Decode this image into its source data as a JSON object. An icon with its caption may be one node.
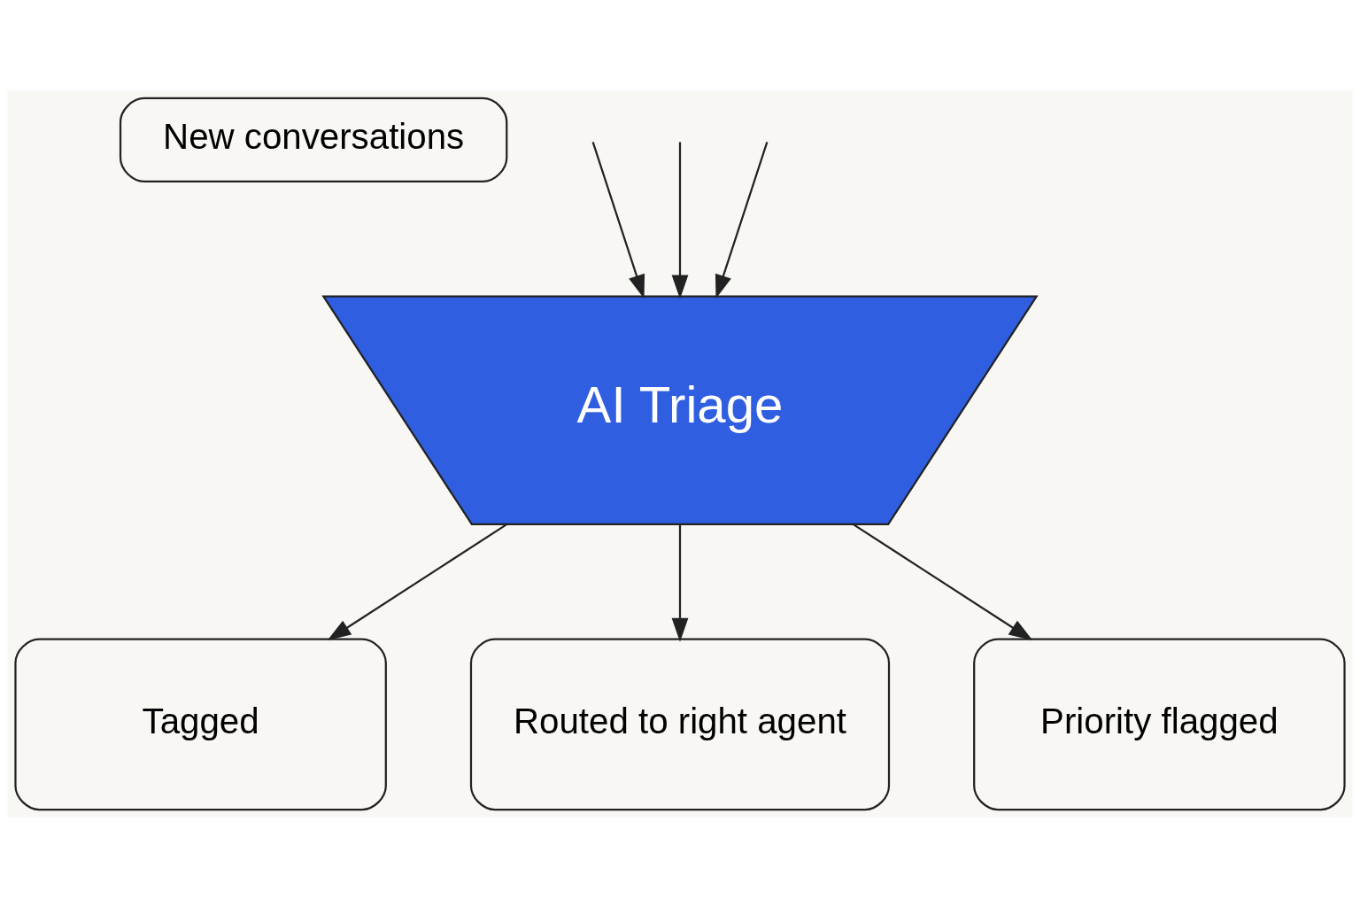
{
  "diagram": {
    "nodes": [
      {
        "text": [
          "New conversations"
        ]
      },
      {
        "text": [
          "AI Triage"
        ]
      },
      {
        "text": [
          "Tagged"
        ]
      },
      {
        "text": [
          "Routed to right agent"
        ]
      },
      {
        "text": [
          "Priority flagged"
        ]
      }
    ],
    "edges": [
      {
        "from": null,
        "to": 1,
        "arrow": "to"
      },
      {
        "from": null,
        "to": 1,
        "arrow": "to"
      },
      {
        "from": null,
        "to": 1,
        "arrow": "to"
      },
      {
        "from": 1,
        "to": 2,
        "arrow": "to"
      },
      {
        "from": 1,
        "to": 3,
        "arrow": "to"
      },
      {
        "from": 1,
        "to": 4,
        "arrow": "to"
      }
    ]
  }
}
